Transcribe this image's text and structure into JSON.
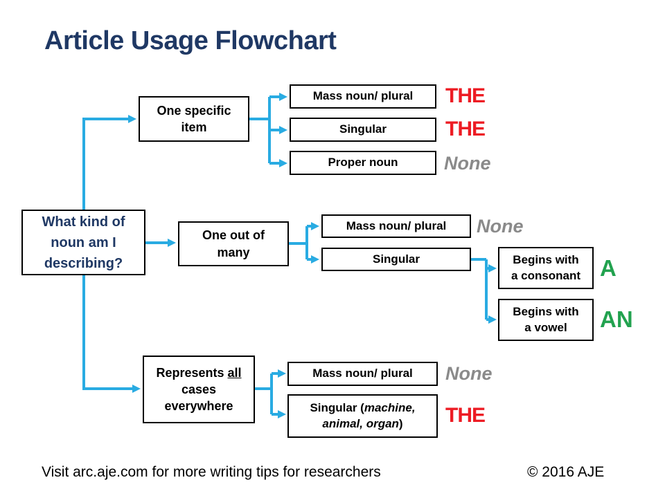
{
  "title": "Article Usage Flowchart",
  "colors": {
    "arrow_cyan": "#29abe2",
    "title_navy": "#1f3864",
    "answer_red": "#ed1c24",
    "answer_gray": "#8a8a8a",
    "answer_green": "#22a24f"
  },
  "question": {
    "lines": [
      "What kind of",
      "noun am I",
      "describing?"
    ]
  },
  "nodes": {
    "one_specific": {
      "lines": [
        "One specific",
        "item"
      ]
    },
    "mass1": "Mass noun/ plural",
    "sing1": "Singular",
    "proper": "Proper noun",
    "one_out": {
      "lines": [
        "One out of",
        "many"
      ]
    },
    "mass2": "Mass noun/ plural",
    "sing2": "Singular",
    "consonant": {
      "lines": [
        "Begins with",
        "a consonant"
      ]
    },
    "vowel": {
      "lines": [
        "Begins with",
        "a vowel"
      ]
    },
    "represents": {
      "line1_plain": "Represents ",
      "line1_underlined": "all",
      "line2": "cases",
      "line3": "everywhere"
    },
    "mass3": "Mass noun/ plural",
    "sing3": {
      "line1_plain": "Singular (",
      "line1_italic": "machine,",
      "line2_italic": "animal, organ",
      "line2_suffix": ")"
    }
  },
  "answers": {
    "the1": "THE",
    "the2": "THE",
    "none1": "None",
    "none2": "None",
    "a": "A",
    "an": "AN",
    "none3": "None",
    "the3": "THE"
  },
  "footer": {
    "left": "Visit arc.aje.com for more writing tips for researchers",
    "right": "© 2016 AJE"
  }
}
